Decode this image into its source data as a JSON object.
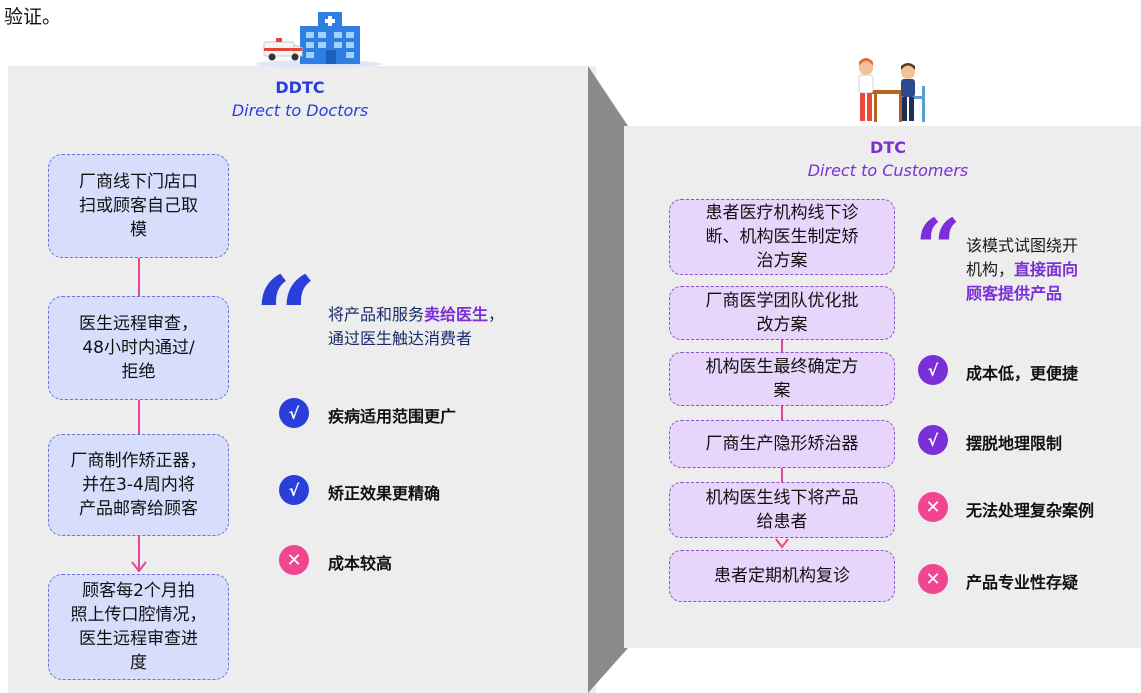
{
  "top_caption": "验证。",
  "left": {
    "title": "DDTC",
    "subtitle": "Direct to Doctors",
    "steps": [
      [
        "厂商线下门店口",
        "扫或顾客自己取",
        "模"
      ],
      [
        "医生远程审查，",
        "48小时内通过/",
        "拒绝"
      ],
      [
        "厂商制作矫正器，",
        "并在3-4周内将",
        "产品邮寄给顾客"
      ],
      [
        "顾客每2个月拍",
        "照上传口腔情况，",
        "医生远程审查进",
        "度"
      ]
    ],
    "quote": {
      "part1": "将产品和服务",
      "highlight": "卖给医生",
      "part2": "，",
      "line2": "通过医生触达消费者"
    },
    "bullets": [
      {
        "type": "check",
        "text": "疾病适用范围更广"
      },
      {
        "type": "check",
        "text": "矫正效果更精确"
      },
      {
        "type": "cross",
        "text": "成本较高"
      }
    ]
  },
  "right": {
    "title": "DTC",
    "subtitle": "Direct to Customers",
    "steps": [
      [
        "患者医疗机构线下诊",
        "断、机构医生制定矫",
        "治方案"
      ],
      [
        "厂商医学团队优化批",
        "改方案"
      ],
      [
        "机构医生最终确定方",
        "案"
      ],
      [
        "厂商生产隐形矫治器"
      ],
      [
        "机构医生线下将产品",
        "给患者"
      ],
      [
        "患者定期机构复诊"
      ]
    ],
    "quote": {
      "line1": "该模式试图绕开",
      "part2": "机构，",
      "highlight1": "直接面向",
      "highlight2": "顾客提供产品"
    },
    "bullets": [
      {
        "type": "check",
        "text": "成本低，更便捷"
      },
      {
        "type": "check",
        "text": "摆脱地理限制"
      },
      {
        "type": "cross",
        "text": "无法处理复杂案例"
      },
      {
        "type": "cross",
        "text": "产品专业性存疑"
      }
    ]
  },
  "icons": {
    "check": "√",
    "cross": "✕",
    "quote_mark": "“",
    "hospital": "hospital-icon",
    "ambulance": "ambulance-icon",
    "consultation": "consultation-icon"
  },
  "colors": {
    "left_accent": "#2a3fd9",
    "right_accent": "#7a2fd8",
    "connector": "#e8439b",
    "cross_badge": "#f0458f",
    "panel_bg": "#ededed"
  }
}
